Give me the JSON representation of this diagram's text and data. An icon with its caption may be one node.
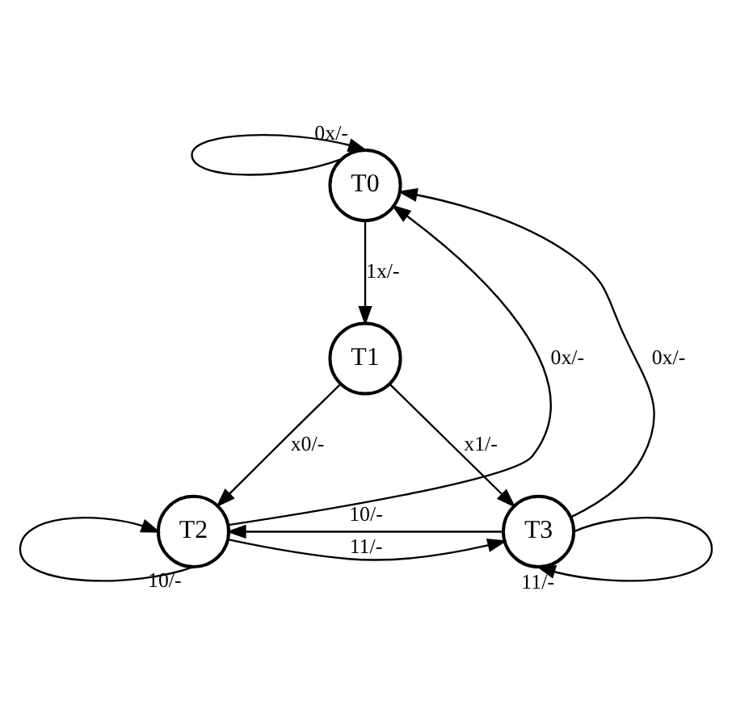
{
  "diagram": {
    "nodes": [
      {
        "text": [
          "T0"
        ]
      },
      {
        "text": [
          "T1"
        ]
      },
      {
        "text": [
          "T2"
        ]
      },
      {
        "text": [
          "T3"
        ]
      }
    ],
    "edges": [
      {
        "from": 0,
        "to": 0,
        "arrow": "to",
        "label": "0x/-"
      },
      {
        "from": 0,
        "to": 1,
        "arrow": "to",
        "label": "1x/-"
      },
      {
        "from": 1,
        "to": 3,
        "arrow": "to",
        "label": "x1/-"
      },
      {
        "from": 1,
        "to": 2,
        "arrow": "to",
        "label": "x0/-"
      },
      {
        "from": 3,
        "to": 0,
        "arrow": "to",
        "label": "0x/-"
      },
      {
        "from": 2,
        "to": 0,
        "arrow": "to",
        "label": "0x/-"
      },
      {
        "from": 3,
        "to": 2,
        "arrow": "to",
        "label": "10/-"
      },
      {
        "from": 2,
        "to": 3,
        "arrow": "to",
        "label": "11/-"
      },
      {
        "from": 2,
        "to": 2,
        "arrow": "to",
        "label": "10/-"
      },
      {
        "from": 3,
        "to": 3,
        "arrow": "to",
        "label": "11/-"
      }
    ]
  }
}
